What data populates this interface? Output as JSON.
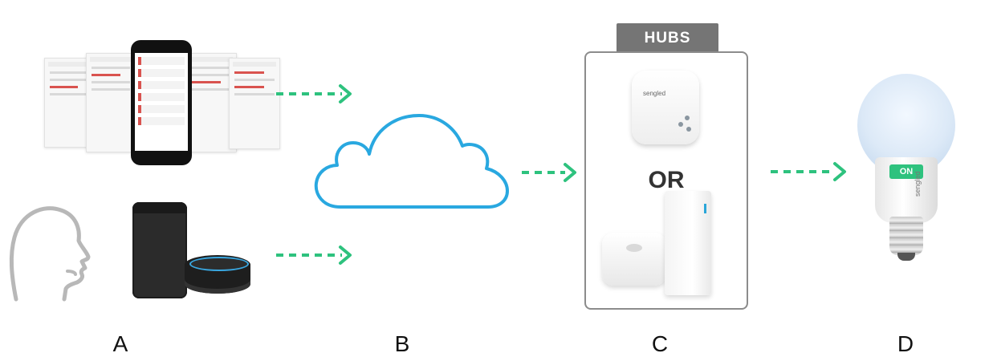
{
  "hubs": {
    "title": "HUBS",
    "separator": "OR",
    "hub_brand": "sengled"
  },
  "bulb": {
    "state": "ON",
    "brand": "sengled",
    "state_color": "#2ec27e"
  },
  "labels": [
    "A",
    "B",
    "C",
    "D"
  ],
  "colors": {
    "arrow": "#2ec27e",
    "cloud": "#29a8e0",
    "hub_box_border": "#8c8c8c",
    "hub_tab": "#757575"
  },
  "icons": {
    "app": "smartphone-app-collage",
    "voice": "person-speaking-icon",
    "speaker": "smart-speaker-devices",
    "cloud": "cloud-icon",
    "bulb": "light-bulb"
  }
}
